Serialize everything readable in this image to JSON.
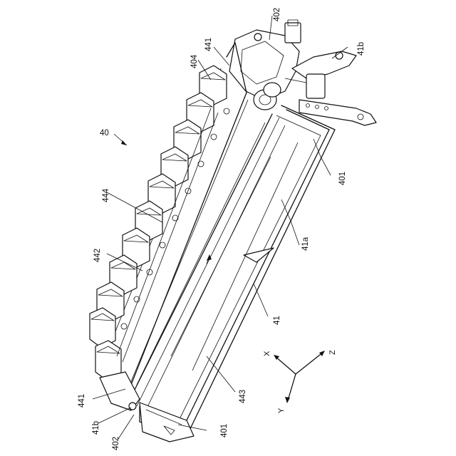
{
  "figure": {
    "ref_labels": {
      "l40": "40",
      "l402_top": "402",
      "l441_top": "441",
      "l41b_top": "41b",
      "l404": "404",
      "l401_right": "401",
      "l41a": "41a",
      "l444": "444",
      "l442": "442",
      "l41": "41",
      "l443": "443",
      "l441_bottom": "441",
      "l41b_bottom": "41b",
      "l402_bottom": "402",
      "l401_bottom": "401"
    },
    "axes": {
      "x": "X",
      "y": "Y",
      "z": "Z"
    }
  }
}
